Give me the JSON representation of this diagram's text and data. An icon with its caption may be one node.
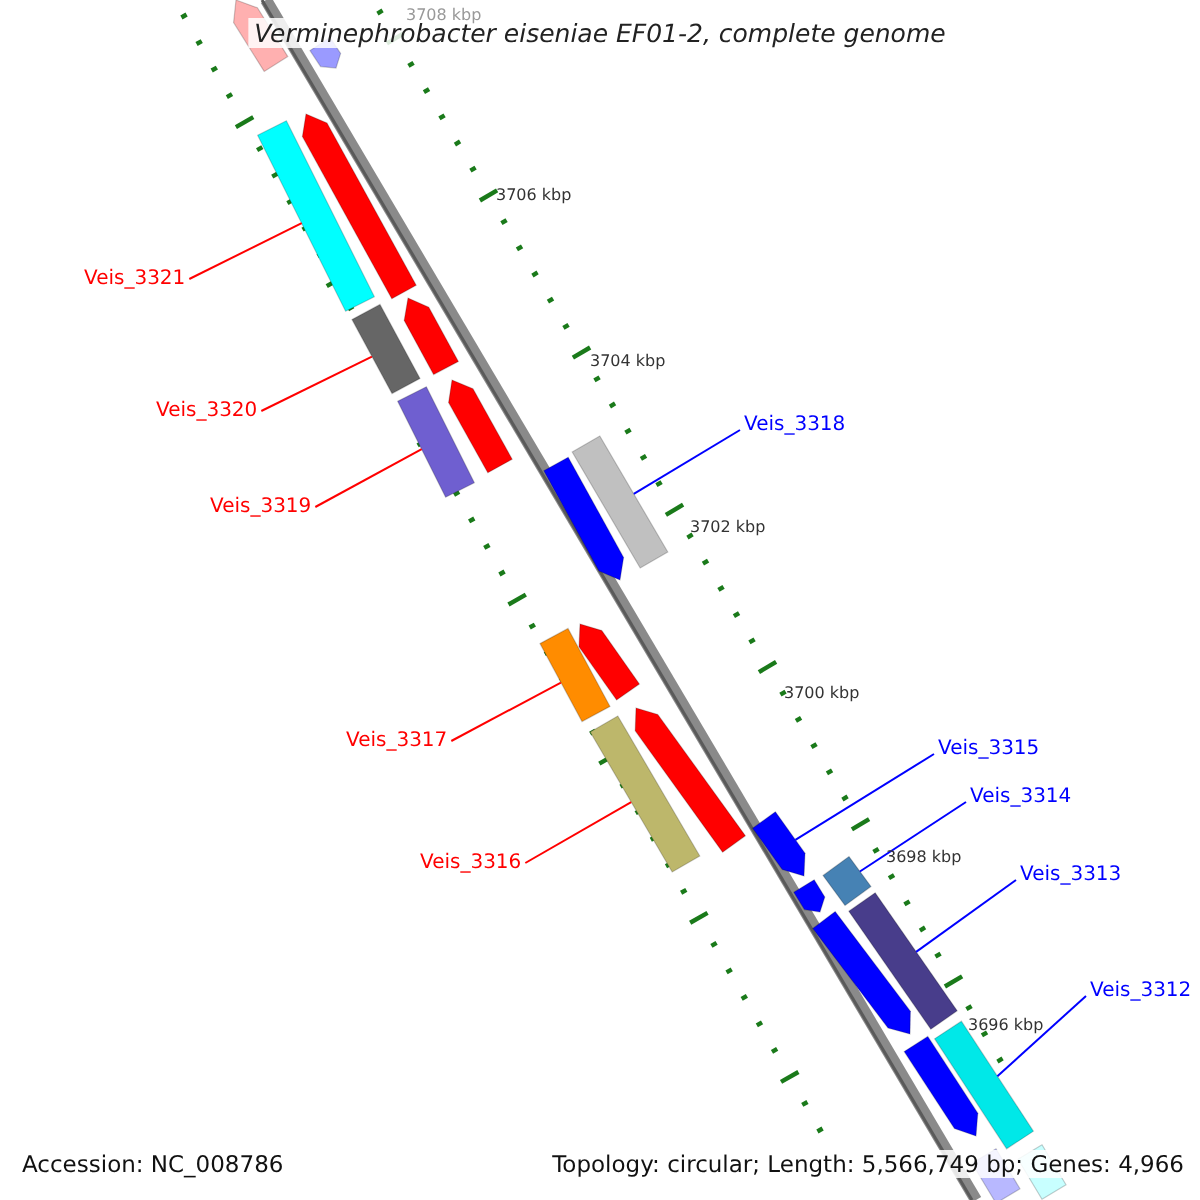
{
  "diagram": {
    "title": "Verminephrobacter eiseniae EF01-2, complete genome",
    "nodes": [
      {
        "text": [
          "Veis_3321"
        ]
      },
      {
        "text": [
          "Veis_3320"
        ]
      },
      {
        "text": [
          "Veis_3319"
        ]
      },
      {
        "text": [
          "Veis_3318"
        ]
      },
      {
        "text": [
          "Veis_3317"
        ]
      },
      {
        "text": [
          "Veis_3316"
        ]
      },
      {
        "text": [
          "Veis_3315"
        ]
      },
      {
        "text": [
          "Veis_3314"
        ]
      },
      {
        "text": [
          "Veis_3313"
        ]
      },
      {
        "text": [
          "Veis_3312"
        ]
      },
      {
        "text": [],
        "shape": "bar"
      },
      {
        "text": [],
        "shape": "bar"
      },
      {
        "text": [],
        "shape": "bar"
      },
      {
        "text": [],
        "shape": "bar"
      },
      {
        "text": [],
        "shape": "bar"
      },
      {
        "text": [],
        "shape": "bar"
      },
      {
        "text": [],
        "shape": "arrow"
      },
      {
        "text": [],
        "shape": "bar"
      },
      {
        "text": [],
        "shape": "bar"
      },
      {
        "text": [],
        "shape": "bar"
      },
      {
        "text": [],
        "shape": "arrow"
      },
      {
        "text": [],
        "shape": "arrow"
      },
      {
        "text": [],
        "shape": "arrow"
      },
      {
        "text": [],
        "shape": "arrow"
      },
      {
        "text": [],
        "shape": "arrow"
      },
      {
        "text": [],
        "shape": "arrow"
      },
      {
        "text": [],
        "shape": "arrow"
      },
      {
        "text": [],
        "shape": "arrow"
      },
      {
        "text": [],
        "shape": "arrow"
      },
      {
        "text": [],
        "shape": "arrow"
      },
      {
        "text": [],
        "shape": "arrow"
      },
      {
        "text": [],
        "shape": "bar"
      },
      {
        "text": [],
        "shape": "bar"
      }
    ],
    "edges": [
      {
        "from": 0,
        "to": 10,
        "arrow": "none"
      },
      {
        "from": 1,
        "to": 11,
        "arrow": "none"
      },
      {
        "from": 2,
        "to": 12,
        "arrow": "none"
      },
      {
        "from": 3,
        "to": 13,
        "arrow": "none",
        "color": "#0000ff"
      },
      {
        "from": 4,
        "to": 14,
        "arrow": "none"
      },
      {
        "from": 5,
        "to": 15,
        "arrow": "none"
      },
      {
        "from": 6,
        "to": 16,
        "arrow": "none",
        "color": "#0000ff"
      },
      {
        "from": 7,
        "to": 17,
        "arrow": "none",
        "color": "#0000ff"
      },
      {
        "from": 8,
        "to": 18,
        "arrow": "none",
        "color": "#0000ff"
      },
      {
        "from": 9,
        "to": 19,
        "arrow": "none",
        "color": "#0000ff"
      }
    ],
    "labels": [
      "3708 kbp",
      "3706 kbp",
      "3704 kbp",
      "3702 kbp",
      "3700 kbp",
      "3698 kbp",
      "3696 kbp",
      "Accession: NC_008786",
      "Topology: circular; Length: 5,566,749 bp; Genes: 4,966"
    ]
  }
}
